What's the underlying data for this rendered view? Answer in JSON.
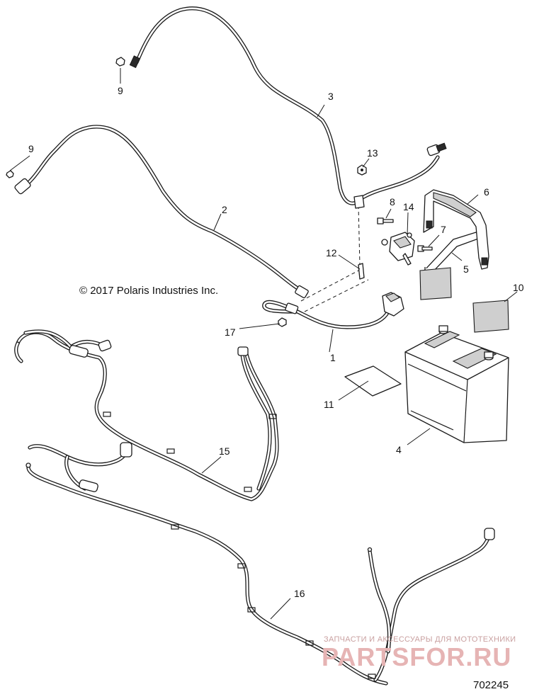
{
  "copyright": "© 2017 Polaris Industries Inc.",
  "document_number": "702245",
  "watermark": {
    "caption": "ЗАПЧАСТИ И АКСЕССУАРЫ ДЛЯ МОТОТЕХНИКИ",
    "brand": "PARTSFOR.RU"
  },
  "callouts": {
    "c1": "1",
    "c2": "2",
    "c3": "3",
    "c4": "4",
    "c5": "5",
    "c6": "6",
    "c7": "7",
    "c8": "8",
    "c9a": "9",
    "c9b": "9",
    "c10": "10",
    "c11": "11",
    "c12": "12",
    "c13": "13",
    "c14": "14",
    "c15": "15",
    "c16": "16",
    "c17": "17"
  }
}
